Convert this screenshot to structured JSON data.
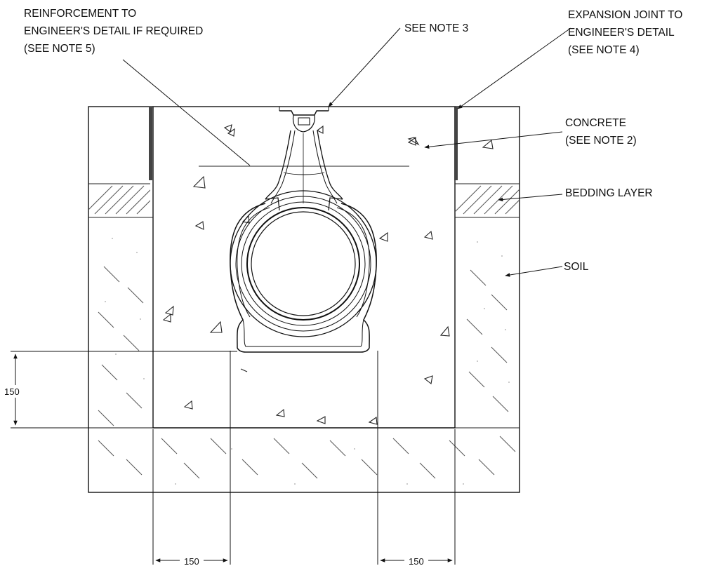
{
  "callouts": {
    "reinforcement": [
      "REINFORCEMENT TO",
      "ENGINEER'S DETAIL IF REQUIRED",
      "(SEE NOTE 5)"
    ],
    "see_note_3": "SEE NOTE 3",
    "expansion_joint": [
      "EXPANSION JOINT TO",
      "ENGINEER'S DETAIL",
      "(SEE NOTE 4)"
    ],
    "concrete": [
      "CONCRETE",
      "(SEE NOTE 2)"
    ],
    "bedding": "BEDDING LAYER",
    "soil": "SOIL"
  },
  "dimensions": {
    "vertical_base": "150",
    "left_side": "150",
    "right_side": "150"
  }
}
